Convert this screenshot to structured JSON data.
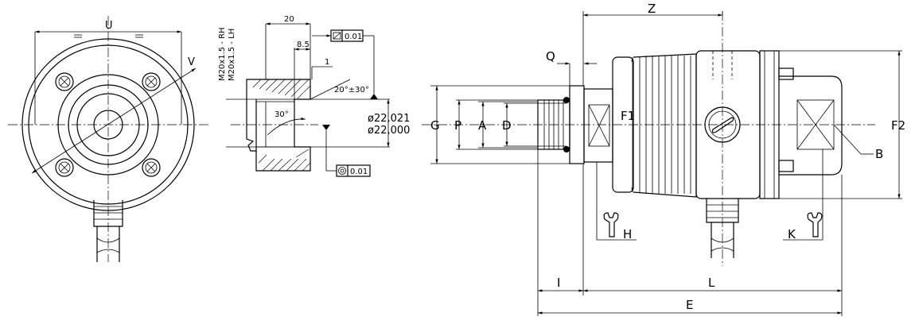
{
  "front_view": {
    "label_u": "U",
    "label_v": "V"
  },
  "section_view": {
    "thread_rh": "M20x1.5 - RH",
    "thread_lh": "M20x1.5 - LH",
    "dim_20": "20",
    "dim_8_5": "8.5",
    "dim_1": "1",
    "angle_chamfer": "20°±30°",
    "angle_cone": "30°",
    "dia_max": "ø22,021",
    "dia_min": "ø22,000",
    "tol_runout": "0.01",
    "tol_concentricity": "0.01"
  },
  "side_view": {
    "label_z": "Z",
    "label_q": "Q",
    "label_g": "G",
    "label_p": "P",
    "label_a": "A",
    "label_d": "D",
    "label_f1": "F1",
    "label_f2": "F2",
    "label_b": "B",
    "label_h": "H",
    "label_k": "K",
    "label_i": "I",
    "label_l": "L",
    "label_e": "E"
  },
  "icons": [
    "wrench-icon",
    "flatness-symbol-icon",
    "concentricity-symbol-icon",
    "datum-triangle-icon"
  ]
}
